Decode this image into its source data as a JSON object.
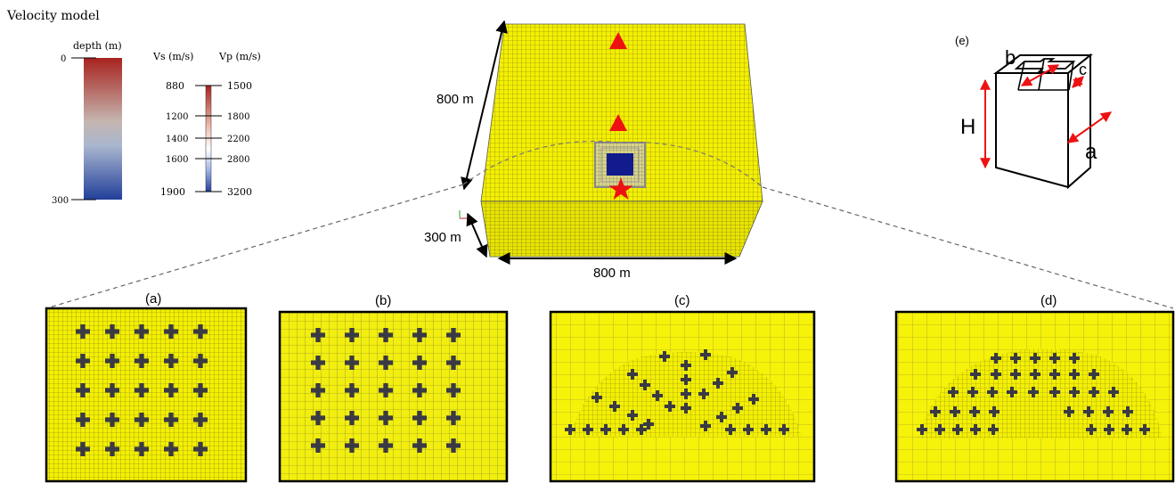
{
  "velocity_model": {
    "title": "Velocity model",
    "depth_label": "depth (m)",
    "depth_top": "0",
    "depth_bottom": "300",
    "vs_label": "Vs (m/s)",
    "vp_label": "Vp (m/s)",
    "vs_ticks": [
      "880",
      "1200",
      "1400",
      "1600",
      "1900"
    ],
    "vp_ticks": [
      "1500",
      "1800",
      "2200",
      "2800",
      "3200"
    ]
  },
  "model_box": {
    "side_dim": "800 m",
    "depth_dim": "300 m",
    "front_dim": "800 m"
  },
  "panels": [
    {
      "label": "(a)"
    },
    {
      "label": "(b)"
    },
    {
      "label": "(c)"
    },
    {
      "label": "(d)"
    }
  ],
  "unit_cell": {
    "label": "(e)",
    "b": "b",
    "c": "c",
    "H": "H",
    "a": "a"
  },
  "colors": {
    "mesh_yellow": "#f4f000",
    "mesh_line": "#8a8a1e",
    "marker_red": "#ee1111",
    "block_blue": "#111b8c",
    "colorbar_top": "#a8221e",
    "colorbar_mid": "#c9c9c9",
    "colorbar_bottom": "#223f9a"
  }
}
